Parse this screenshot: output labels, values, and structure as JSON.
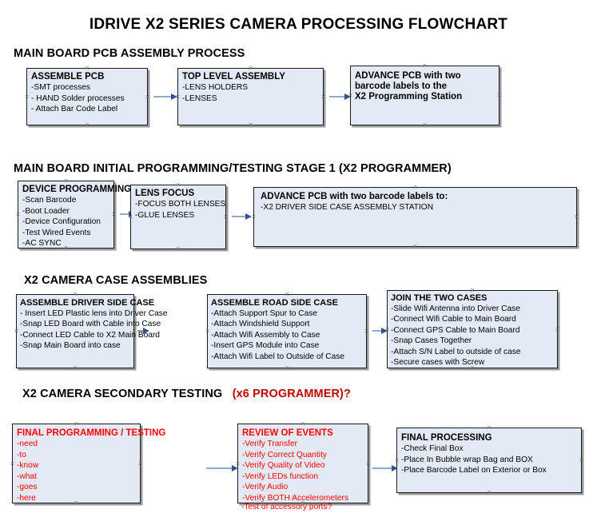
{
  "document": {
    "title": "IDRIVE X2  SERIES CAMERA PROCESSING FLOWCHART"
  },
  "colors": {
    "box_fill": "#e3eaf5",
    "box_border": "#1b1b1b",
    "box_shadow": "#9a9a9a",
    "arrow_line": "#8faac8",
    "arrow_head": "#2f5597",
    "red_text": "#ff0000",
    "accent_red": "#c00000",
    "text": "#000000"
  },
  "sections": [
    {
      "heading": "MAIN BOARD PCB ASSEMBLY PROCESS",
      "heading_accent": "",
      "boxes": [
        {
          "title": "ASSEMBLE PCB",
          "lines": [
            "-SMT processes",
            "- HAND Solder processes",
            "- Attach Bar Code Label"
          ]
        },
        {
          "title": "TOP LEVEL ASSEMBLY",
          "lines": [
            "-LENS HOLDERS",
            "-LENSES"
          ]
        },
        {
          "title": "ADVANCE PCB with two",
          "lines": [
            "barcode labels to the",
            "X2 Programming Station"
          ]
        }
      ]
    },
    {
      "heading": "MAIN BOARD INITIAL PROGRAMMING/TESTING STAGE 1 (X2 PROGRAMMER)",
      "heading_accent": "",
      "boxes": [
        {
          "title": "DEVICE PROGRAMMING",
          "lines": [
            "-Scan Barcode",
            "-Boot Loader",
            "-Device Configuration",
            "-Test Wired Events",
            "-AC SYNC"
          ]
        },
        {
          "title": "LENS FOCUS",
          "lines": [
            "-FOCUS BOTH LENSES",
            "-GLUE LENSES"
          ]
        },
        {
          "title": "ADVANCE PCB with two barcode labels to:",
          "lines": [
            "-X2 DRIVER  SIDE  CASE  ASSEMBLY STATION"
          ]
        }
      ]
    },
    {
      "heading": "X2 CAMERA CASE ASSEMBLIES",
      "heading_accent": "",
      "boxes": [
        {
          "title": "ASSEMBLE DRIVER SIDE CASE",
          "lines": [
            "- Insert LED Plastic lens into Driver Case",
            "-Snap LED Board with Cable into Case",
            "-Connect LED Cable to X2 Main Board",
            "-Snap Main Board into case"
          ]
        },
        {
          "title": "ASSEMBLE ROAD SIDE CASE",
          "lines": [
            "-Attach Support Spur to Case",
            "-Attach Windshield Support",
            "-Attach Wifi Assembly to Case",
            "-Insert GPS Module into Case",
            "-Attach Wifi Label to Outside of Case"
          ]
        },
        {
          "title": "JOIN THE TWO CASES",
          "lines": [
            "-Slide Wifi Antenna into Driver Case",
            "-Connect Wifi Cable to Main Board",
            "-Connect GPS Cable to Main Board",
            "-Snap Cases Together",
            "-Attach S/N Label to outside of case",
            "-Secure cases with Screw"
          ]
        }
      ]
    },
    {
      "heading": "X2 CAMERA SECONDARY TESTING",
      "heading_accent": "(x6 PROGRAMMER)?",
      "boxes": [
        {
          "title": "FINAL PROGRAMMING / TESTING",
          "lines": [
            "-need",
            "-to",
            "-know",
            "-what",
            "-goes",
            "-here"
          ]
        },
        {
          "title": "REVIEW OF EVENTS",
          "lines": [
            "-Verify Transfer",
            "-Verify Correct Quantity",
            "-Verify Quality of Video",
            "-Verify LEDs function",
            "-Verify Audio",
            "-Verify BOTH Accelerometers"
          ],
          "overflow": "-Test of accessory ports?"
        },
        {
          "title": "FINAL PROCESSING",
          "lines": [
            " -Check Final Box",
            "-Place In Bubble wrap Bag and BOX",
            "-Place Barcode Label on Exterior or Box"
          ]
        }
      ]
    }
  ]
}
